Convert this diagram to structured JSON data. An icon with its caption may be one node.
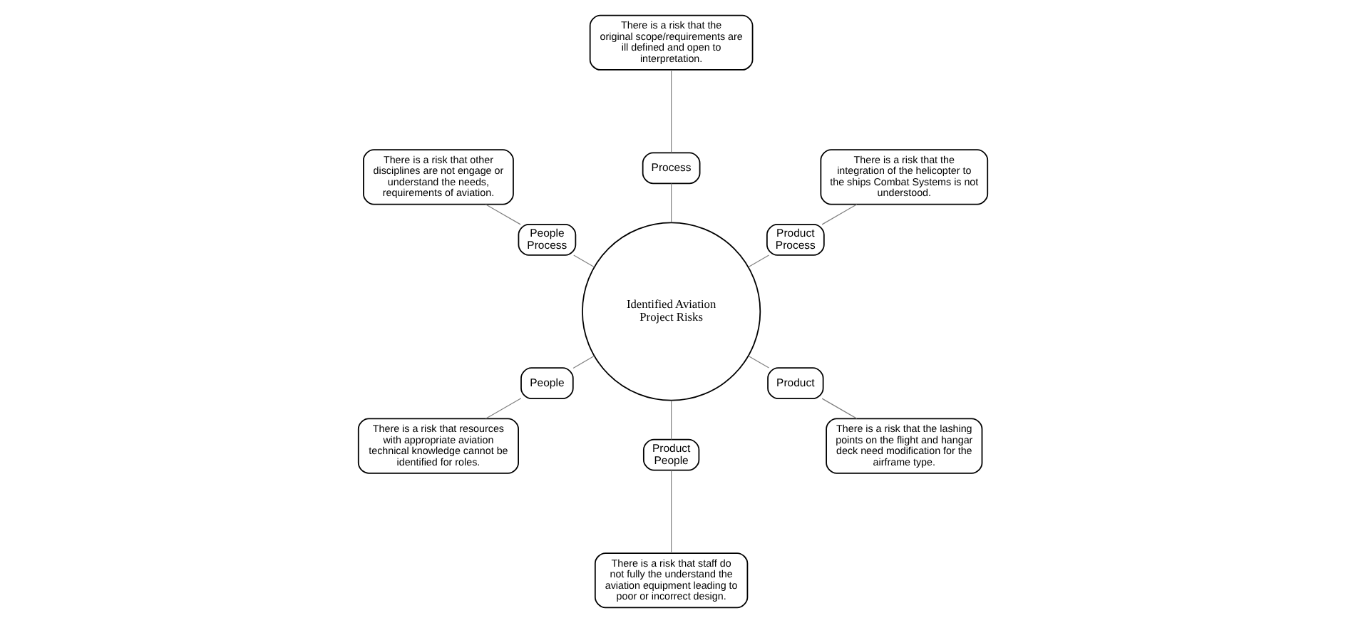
{
  "diagram": {
    "nodes": [
      {
        "text": [
          "Identified Aviation Project Risks"
        ]
      },
      {
        "text": [
          "Product Process"
        ]
      },
      {
        "text": [
          "There is a risk that the integration of the helicopter to the ships Combat Systems is not understood."
        ]
      },
      {
        "text": [
          "Process"
        ]
      },
      {
        "text": [
          "There is a risk that the original scope/requirements are ill defined and open to interpretation."
        ]
      },
      {
        "text": [
          "People Process"
        ]
      },
      {
        "text": [
          "There is a risk that other disciplines are not engage or understand the needs, requirements of aviation."
        ]
      },
      {
        "text": [
          "People"
        ]
      },
      {
        "text": [
          "There is a risk that resources with appropriate aviation technical knowledge cannot be identified for roles."
        ]
      },
      {
        "text": [
          "Product People"
        ]
      },
      {
        "text": [
          "There is a risk that staff do not fully the understand the aviation equipment leading to poor or incorrect design."
        ]
      },
      {
        "text": [
          "Product"
        ]
      },
      {
        "text": [
          "There is a risk that the lashing points on the flight and hangar deck need modification for the airframe type."
        ]
      }
    ],
    "edges": [
      {
        "from": 0,
        "to": 1,
        "arrow": "none"
      },
      {
        "from": 1,
        "to": 2,
        "arrow": "none"
      },
      {
        "from": 0,
        "to": 3,
        "arrow": "none"
      },
      {
        "from": 3,
        "to": 4,
        "arrow": "none"
      },
      {
        "from": 0,
        "to": 5,
        "arrow": "none"
      },
      {
        "from": 5,
        "to": 6,
        "arrow": "none"
      },
      {
        "from": 0,
        "to": 7,
        "arrow": "none"
      },
      {
        "from": 7,
        "to": 8,
        "arrow": "none"
      },
      {
        "from": 0,
        "to": 9,
        "arrow": "none"
      },
      {
        "from": 9,
        "to": 10,
        "arrow": "none"
      },
      {
        "from": 0,
        "to": 11,
        "arrow": "none"
      },
      {
        "from": 11,
        "to": 12,
        "arrow": "none"
      }
    ]
  }
}
